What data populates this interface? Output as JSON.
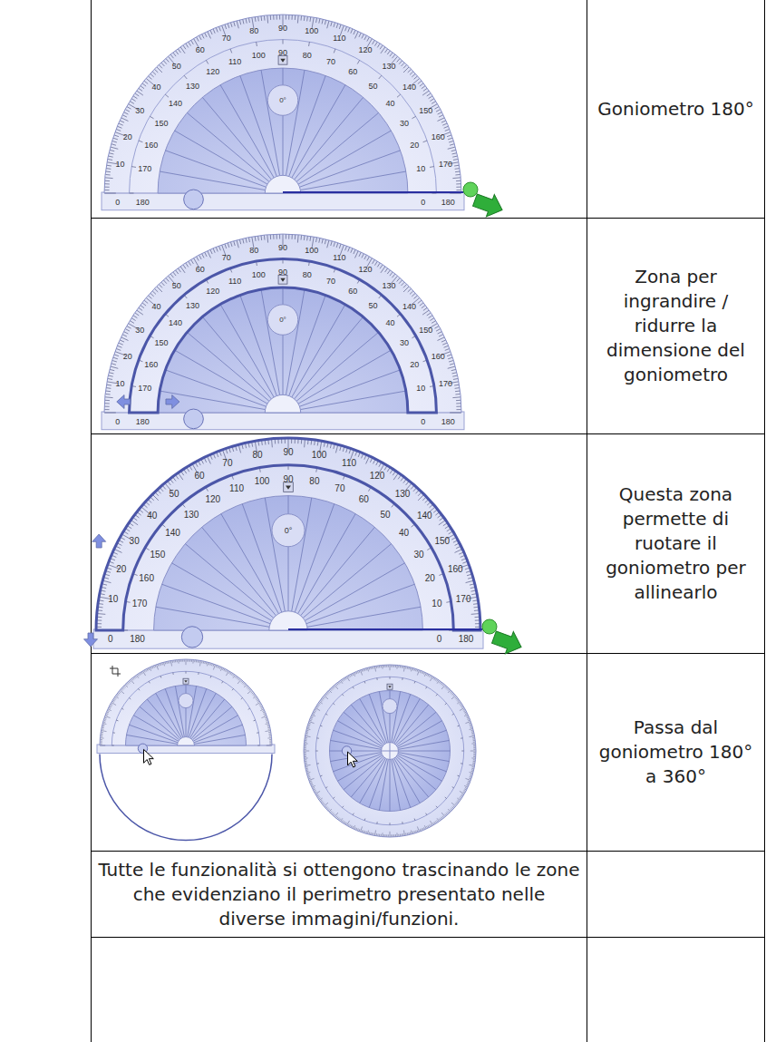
{
  "diagram": {
    "labels": [
      "0",
      "10",
      "20",
      "30",
      "40",
      "50",
      "60",
      "70",
      "80",
      "90",
      "100",
      "110",
      "120",
      "130",
      "140",
      "150",
      "160",
      "170",
      "180",
      "180",
      "170",
      "160",
      "150",
      "140",
      "130",
      "120",
      "110",
      "100",
      "90",
      "80",
      "70",
      "60",
      "50",
      "40",
      "30",
      "20",
      "10",
      "0",
      "0°",
      "Goniometro 180°",
      "0",
      "10",
      "20",
      "30",
      "40",
      "50",
      "60",
      "70",
      "80",
      "90",
      "100",
      "110",
      "120",
      "130",
      "140",
      "150",
      "160",
      "170",
      "180",
      "180",
      "170",
      "160",
      "150",
      "140",
      "130",
      "120",
      "110",
      "100",
      "90",
      "80",
      "70",
      "60",
      "50",
      "40",
      "30",
      "20",
      "10",
      "0",
      "0°",
      "Zona per ingrandire / ridurre la dimensione del goniometro",
      "0",
      "10",
      "20",
      "30",
      "40",
      "50",
      "60",
      "70",
      "80",
      "90",
      "100",
      "110",
      "120",
      "130",
      "140",
      "150",
      "160",
      "170",
      "180",
      "180",
      "170",
      "160",
      "150",
      "140",
      "130",
      "120",
      "110",
      "100",
      "90",
      "80",
      "70",
      "60",
      "50",
      "40",
      "30",
      "20",
      "10",
      "0",
      "0°",
      "Questa zona permette di ruotare il goniometro per allinearlo",
      "Passa dal goniometro 180° a 360°",
      "Tutte le funzionalità si ottengono trascinando le zone che evidenziano il perimetro presentato nelle diverse immagini/funzioni."
    ]
  }
}
